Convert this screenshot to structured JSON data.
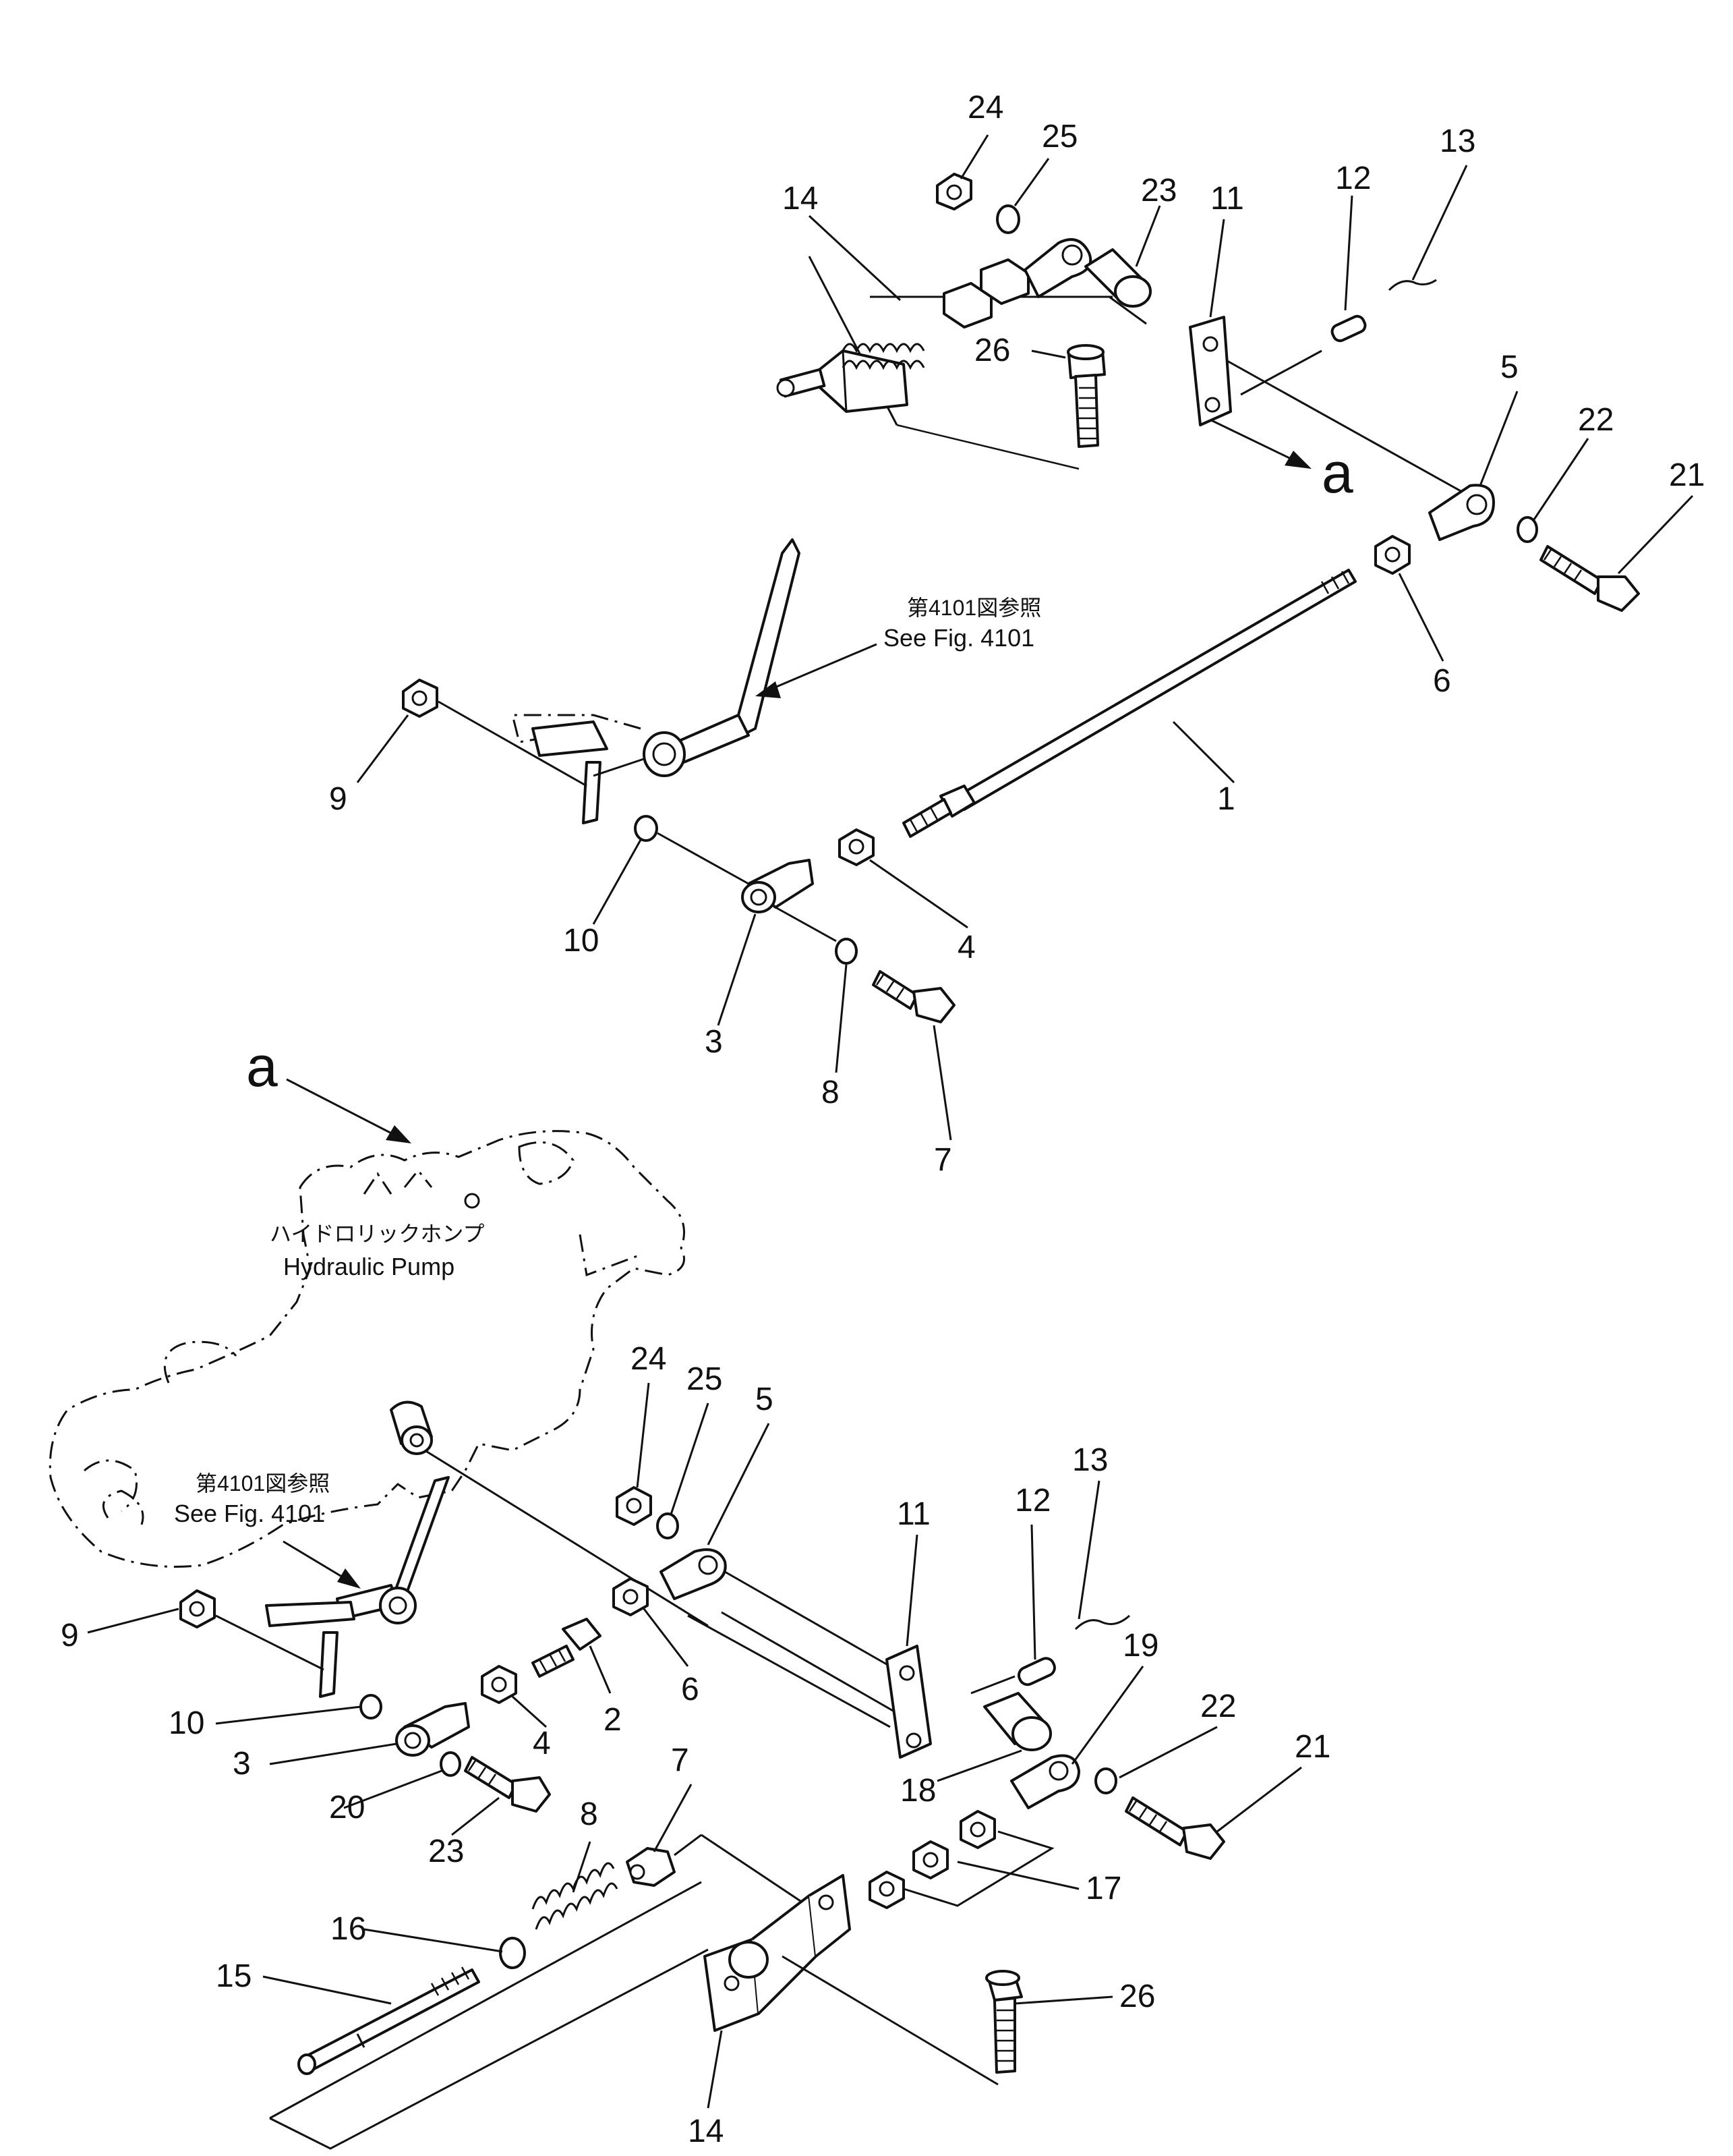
{
  "callouts": {
    "top": [
      "24",
      "25",
      "23",
      "11",
      "12",
      "13",
      "14",
      "26",
      "5",
      "22",
      "21",
      "a",
      "6",
      "1",
      "9",
      "10",
      "4",
      "3",
      "8",
      "7"
    ],
    "bottom": [
      "24",
      "25",
      "5",
      "13",
      "11",
      "12",
      "19",
      "22",
      "21",
      "9",
      "10",
      "6",
      "2",
      "3",
      "4",
      "8",
      "7",
      "17",
      "18",
      "20",
      "23",
      "16",
      "15",
      "26",
      "14"
    ]
  },
  "marker_a_bottom": "a",
  "see_ref_top": {
    "jp": "第4101図参照",
    "en": "See Fig. 4101"
  },
  "see_ref_bottom": {
    "jp": "第4101図参照",
    "en": "See Fig. 4101"
  },
  "pump_label": {
    "jp": "ハイドロリックホンプ",
    "en": "Hydraulic Pump"
  }
}
